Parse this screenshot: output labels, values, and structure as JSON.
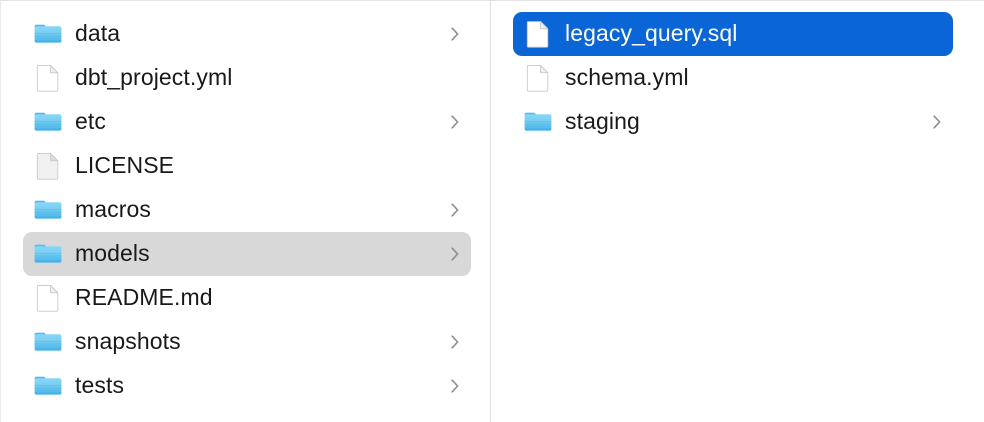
{
  "window": {
    "view_mode": "column",
    "app": "Finder",
    "accent_color": "#0a65d6",
    "selected_row_color": "#d8d8d8",
    "folder_icon_color": "#5ac8f5",
    "text_color": "#191919",
    "divider_color": "#e0e0e0"
  },
  "columns": [
    {
      "name": "parent-column",
      "items": [
        {
          "label": "data",
          "kind": "folder",
          "icon": "folder-icon",
          "has_chevron": true,
          "state": "normal"
        },
        {
          "label": "dbt_project.yml",
          "kind": "file",
          "icon": "document-icon",
          "has_chevron": false,
          "state": "normal"
        },
        {
          "label": "etc",
          "kind": "folder",
          "icon": "folder-icon",
          "has_chevron": true,
          "state": "normal"
        },
        {
          "label": "LICENSE",
          "kind": "file",
          "icon": "document-icon",
          "has_chevron": false,
          "state": "normal"
        },
        {
          "label": "macros",
          "kind": "folder",
          "icon": "folder-icon",
          "has_chevron": true,
          "state": "normal"
        },
        {
          "label": "models",
          "kind": "folder",
          "icon": "folder-icon",
          "has_chevron": true,
          "state": "selected-gray"
        },
        {
          "label": "README.md",
          "kind": "file",
          "icon": "document-icon",
          "has_chevron": false,
          "state": "normal"
        },
        {
          "label": "snapshots",
          "kind": "folder",
          "icon": "folder-icon",
          "has_chevron": true,
          "state": "normal"
        },
        {
          "label": "tests",
          "kind": "folder",
          "icon": "folder-icon",
          "has_chevron": true,
          "state": "normal"
        }
      ]
    },
    {
      "name": "child-column",
      "items": [
        {
          "label": "legacy_query.sql",
          "kind": "file",
          "icon": "document-icon",
          "has_chevron": false,
          "state": "selected-blue"
        },
        {
          "label": "schema.yml",
          "kind": "file",
          "icon": "document-icon",
          "has_chevron": false,
          "state": "normal"
        },
        {
          "label": "staging",
          "kind": "folder",
          "icon": "folder-icon",
          "has_chevron": true,
          "state": "normal"
        }
      ]
    }
  ]
}
